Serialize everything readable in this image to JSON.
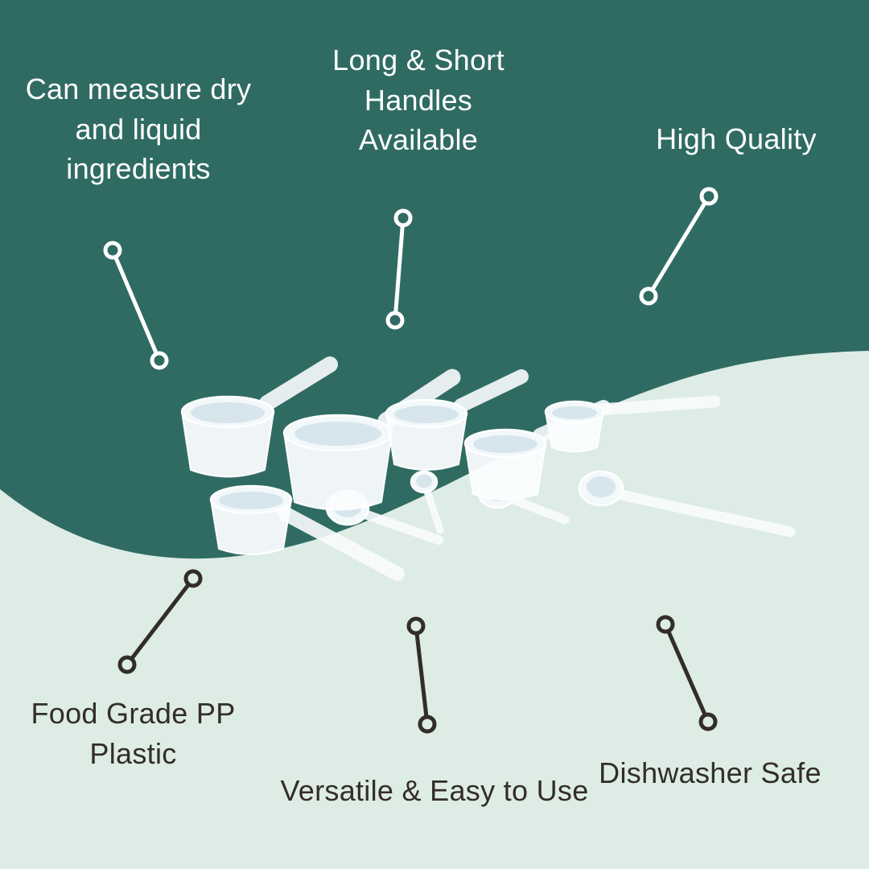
{
  "colors": {
    "background_top": "#2f6b63",
    "background_bottom": "#ddece5",
    "light_text": "#ffffff",
    "dark_text": "#332d27",
    "light_line": "#ffffff",
    "dark_line": "#332d27"
  },
  "product_image": "measuring-scoops",
  "callouts": {
    "top_left": {
      "label": "Can measure dry and liquid ingredients"
    },
    "top_center": {
      "label": "Long & Short Handles Available"
    },
    "top_right": {
      "label": "High Quality"
    },
    "bottom_left": {
      "label": "Food Grade PP Plastic"
    },
    "bottom_center": {
      "label": "Versatile & Easy to Use"
    },
    "bottom_right": {
      "label": "Dishwasher Safe"
    }
  }
}
